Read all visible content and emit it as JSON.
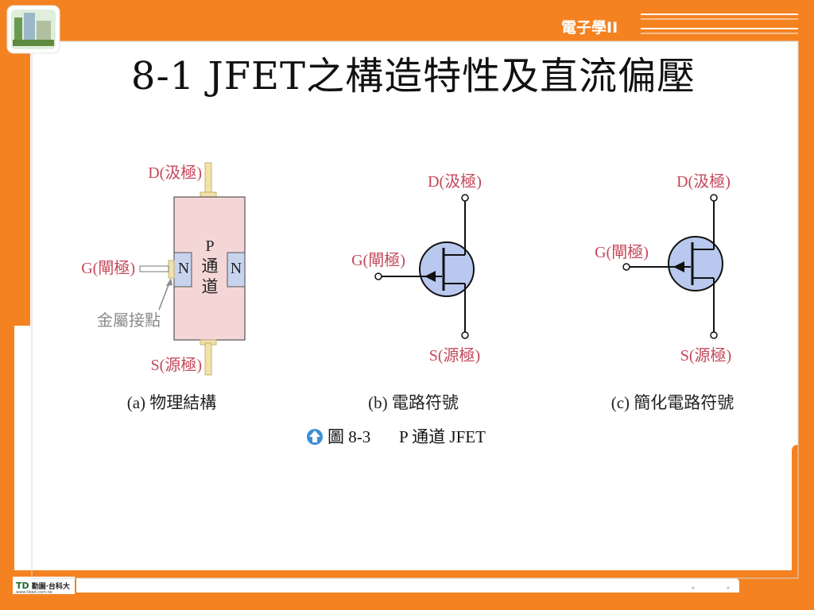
{
  "header": {
    "brand": "電子學II"
  },
  "slide": {
    "title": "8-1 JFET之構造特性及直流偏壓"
  },
  "figure": {
    "a": {
      "drain": "D(汲極)",
      "gate": "G(閘極)",
      "source": "S(源極)",
      "contact": "金屬接點",
      "channel_p": "P",
      "channel_1": "通",
      "channel_2": "道",
      "n_left": "N",
      "n_right": "N",
      "caption": "(a) 物理結構"
    },
    "b": {
      "drain": "D(汲極)",
      "gate": "G(閘極)",
      "source": "S(源極)",
      "caption": "(b) 電路符號"
    },
    "c": {
      "drain": "D(汲極)",
      "gate": "G(閘極)",
      "source": "S(源極)",
      "caption": "(c) 簡化電路符號"
    },
    "caption_prefix": "圖 8-3",
    "caption_text": "P 通道 JFET"
  },
  "footer": {
    "publisher_logo": "TD",
    "publisher": "勤園‧台科大",
    "url": "www.tiked.com.tw"
  },
  "colors": {
    "frame": "#f58220",
    "label": "#c4485a",
    "body_fill": "#f5d6d6",
    "n_fill": "#c8d4ee",
    "symbol_fill": "#b8c8ee"
  }
}
